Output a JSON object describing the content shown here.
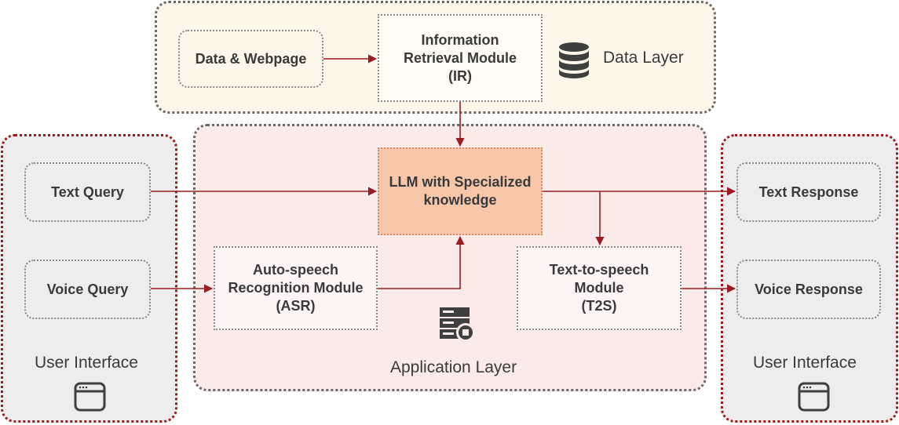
{
  "layers": {
    "data": {
      "title": "Data Layer"
    },
    "application": {
      "title": "Application Layer"
    },
    "ui_left": {
      "title": "User Interface"
    },
    "ui_right": {
      "title": "User Interface"
    }
  },
  "boxes": {
    "data_webpage": "Data & Webpage",
    "ir": {
      "line1": "Information",
      "line2": "Retrieval Module",
      "line3": "(IR)"
    },
    "llm": {
      "line1": "LLM with Specialized",
      "line2": "knowledge"
    },
    "asr": {
      "line1": "Auto-speech",
      "line2": "Recognition Module",
      "line3": "(ASR)"
    },
    "t2s": {
      "line1": "Text-to-speech",
      "line2": "Module",
      "line3": "(T2S)"
    },
    "text_query": "Text Query",
    "voice_query": "Voice Query",
    "text_response": "Text Response",
    "voice_response": "Voice Response"
  },
  "icons": {
    "data_layer": "database-icon",
    "application_layer": "server-icon",
    "user_interface": "browser-window-icon"
  },
  "colors": {
    "arrow": "#9b1c20",
    "llm_fill": "#f8c7a9",
    "data_layer_bg": "#fcf7ea",
    "app_layer_bg": "#fbeaea",
    "ui_bg": "#ededed",
    "ui_border": "#9b1c20"
  }
}
